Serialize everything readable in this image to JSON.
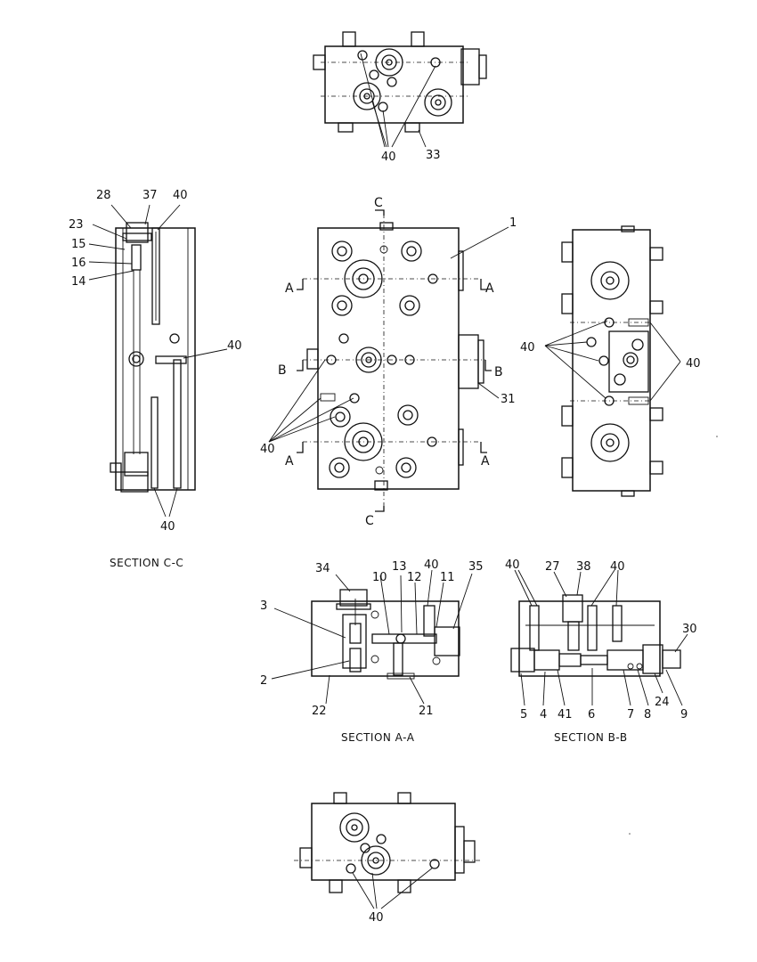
{
  "labels": {
    "top": {
      "n40": "40",
      "n33": "33"
    },
    "cc": {
      "n28": "28",
      "n37": "37",
      "n40a": "40",
      "n23": "23",
      "n15": "15",
      "n16": "16",
      "n14": "14",
      "n40b": "40",
      "n40c": "40",
      "title": "SECTION C-C"
    },
    "front": {
      "c_top": "C",
      "c_bot": "C",
      "n1": "1",
      "a1": "A",
      "a2": "A",
      "a3": "A",
      "a4": "A",
      "b1": "B",
      "b2": "B",
      "n31": "31",
      "n40": "40"
    },
    "side": {
      "n40a": "40",
      "n40b": "40"
    },
    "aa": {
      "n34": "34",
      "n3": "3",
      "n10": "10",
      "n13": "13",
      "n12": "12",
      "n40": "40",
      "n11": "11",
      "n35": "35",
      "n2": "2",
      "n22": "22",
      "n21": "21",
      "title": "SECTION A-A"
    },
    "bb": {
      "n40a": "40",
      "n27": "27",
      "n38": "38",
      "n40b": "40",
      "n30": "30",
      "n5": "5",
      "n4": "4",
      "n41": "41",
      "n6": "6",
      "n7": "7",
      "n8": "8",
      "n24": "24",
      "n9": "9",
      "title": "SECTION B-B"
    },
    "bottom": {
      "n40": "40"
    }
  }
}
